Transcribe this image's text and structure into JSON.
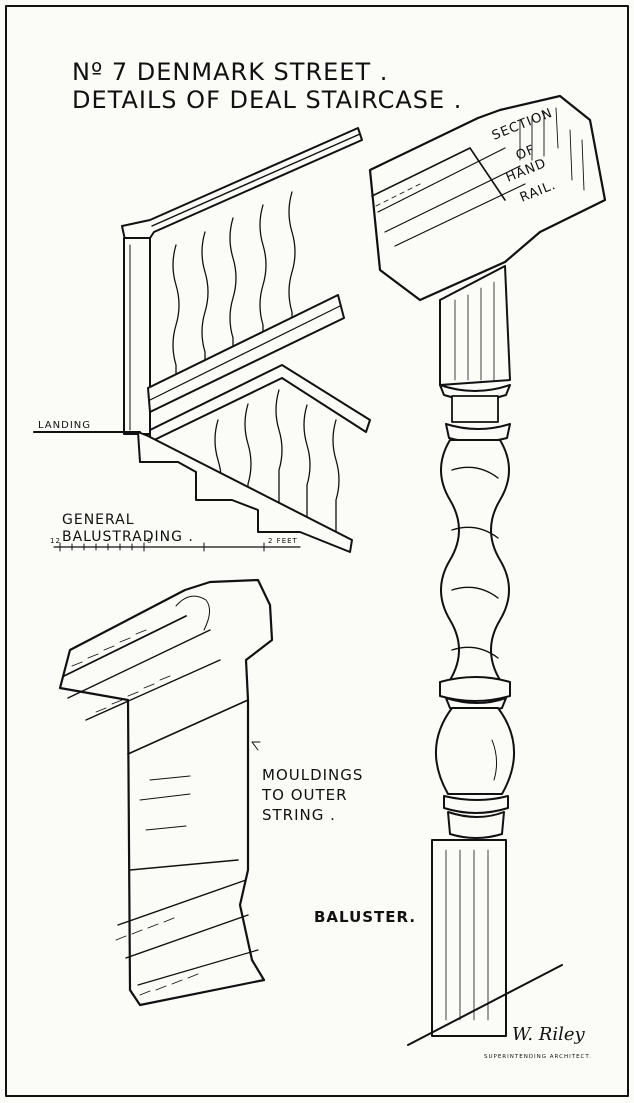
{
  "title": {
    "line1": "Nº 7 DENMARK STREET .",
    "line2": "DETAILS OF DEAL STAIRCASE ."
  },
  "labels": {
    "section": [
      "SECTION",
      "OF",
      "HAND",
      "RAIL."
    ],
    "landing": "LANDING",
    "general1": "GENERAL",
    "general2": "BALUSTRADING .",
    "scale_left": "12",
    "scale_mid": "0",
    "scale_right": "2 FEET",
    "mouldings": [
      "MOULDINGS",
      "TO OUTER",
      "STRING ."
    ],
    "baluster": "BALUSTER."
  },
  "signature": {
    "name": "W. Riley",
    "role": "SUPERINTENDING   ARCHITECT."
  },
  "colors": {
    "ink": "#111111",
    "paper": "#fbfbf8"
  }
}
